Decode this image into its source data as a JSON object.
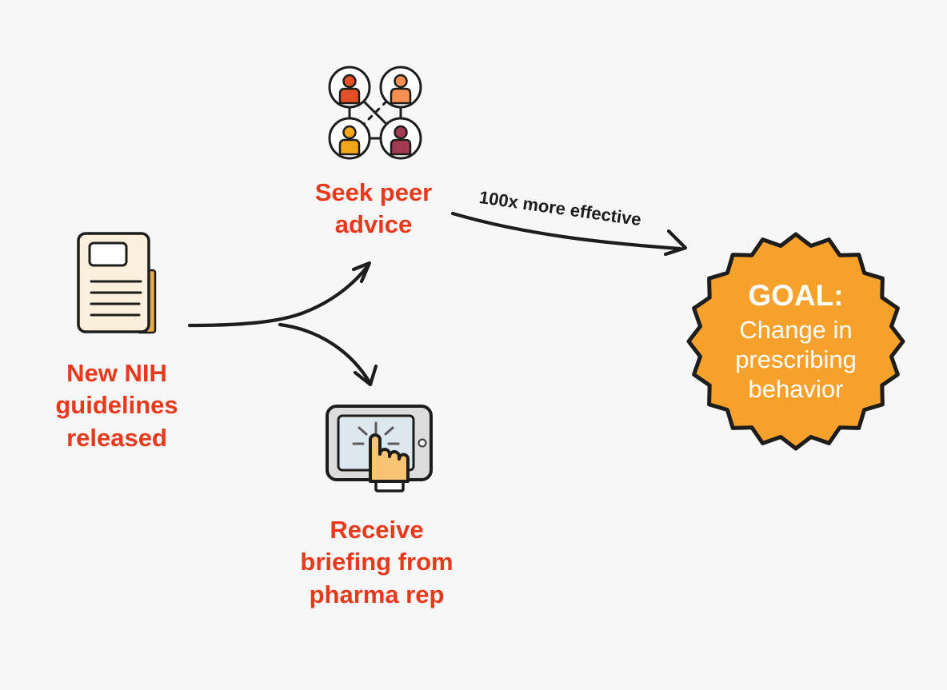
{
  "colors": {
    "background": "#f7f7f7",
    "label_red": "#e8391d",
    "arrow_black": "#1d1d1b",
    "goal_fill": "#f6a12c",
    "goal_text": "#ffffff",
    "doc_page": "#f9efdb",
    "doc_tab": "#e8a94f",
    "doc_title_box": "#ffffff",
    "people_tl": "#e25125",
    "people_tr": "#f79051",
    "people_bl": "#f2a71b",
    "people_br": "#a23a52",
    "tablet_frame": "#dcdcdc",
    "tablet_screen": "#dce8ee",
    "hand": "#f8c473",
    "cuff": "#ffffff"
  },
  "nodes": {
    "guidelines": {
      "icon": "document-icon",
      "label": "New NIH\nguidelines\nreleased"
    },
    "peer": {
      "icon": "peer-network-icon",
      "label": "Seek peer\nadvice"
    },
    "pharma": {
      "icon": "tablet-tap-icon",
      "label": "Receive\nbriefing from\npharma rep"
    }
  },
  "arrow_label": "100x more effective",
  "goal": {
    "icon": "starburst-badge",
    "title": "GOAL:",
    "subtitle": "Change in\nprescribing\nbehavior"
  },
  "starburst": {
    "spikes": 20,
    "outer_radius": 134,
    "inner_radius": 121
  }
}
